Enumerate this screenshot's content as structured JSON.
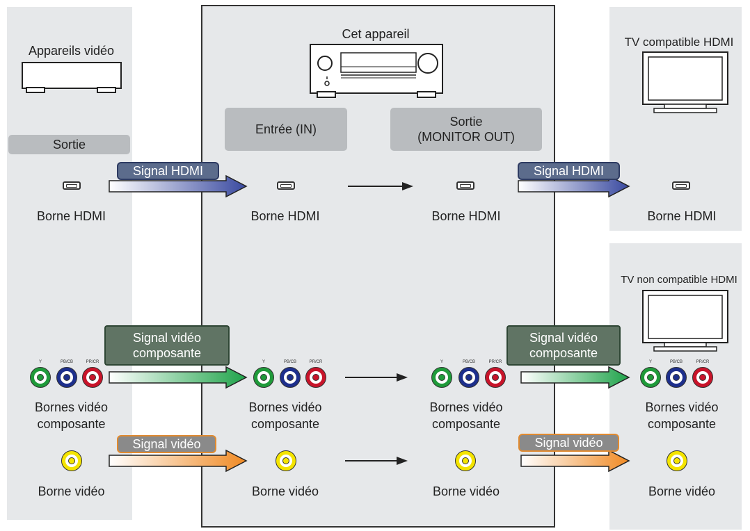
{
  "colors": {
    "panel": "#e6e8ea",
    "hdmi_signal": "#3a4aa0",
    "component_signal": "#1fa34a",
    "video_signal": "#f08a24"
  },
  "left": {
    "device_label": "Appareils vidéo",
    "output_box": "Sortie",
    "hdmi_terminal": "Borne HDMI",
    "component_terminals_1": "Bornes vidéo",
    "component_terminals_2": "composante",
    "video_terminal": "Borne vidéo"
  },
  "center": {
    "device_label": "Cet appareil",
    "input_box": "Entrée (IN)",
    "output_box_1": "Sortie",
    "output_box_2": "(MONITOR OUT)",
    "in_hdmi": "Borne HDMI",
    "out_hdmi": "Borne HDMI",
    "in_component_1": "Bornes vidéo",
    "in_component_2": "composante",
    "out_component_1": "Bornes vidéo",
    "out_component_2": "composante",
    "in_video": "Borne vidéo",
    "out_video": "Borne vidéo"
  },
  "right_top": {
    "tv_label": "TV compatible HDMI",
    "hdmi_terminal": "Borne HDMI"
  },
  "right_bottom": {
    "tv_label": "TV non compatible HDMI",
    "component_1": "Bornes vidéo",
    "component_2": "composante",
    "video_terminal": "Borne vidéo"
  },
  "signals": {
    "hdmi": "Signal HDMI",
    "component_1": "Signal vidéo",
    "component_2": "composante",
    "video": "Signal vidéo"
  },
  "jack_labels": {
    "y": "Y",
    "pb": "PB/CB",
    "pr": "PR/CR"
  }
}
